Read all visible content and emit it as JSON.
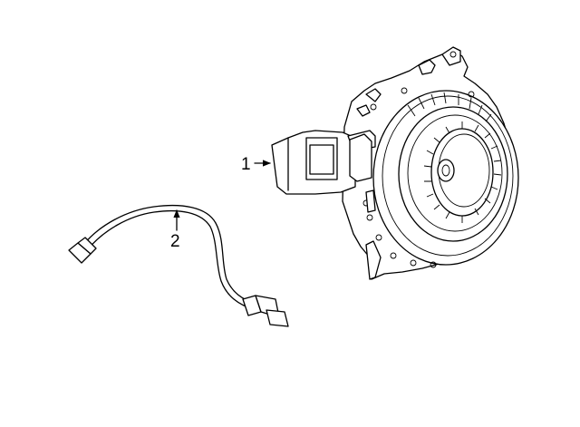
{
  "callouts": [
    {
      "number": "1",
      "part": "motor-assembly"
    },
    {
      "number": "2",
      "part": "wiring-harness"
    }
  ],
  "colors": {
    "line": "#000000",
    "background": "#ffffff"
  }
}
